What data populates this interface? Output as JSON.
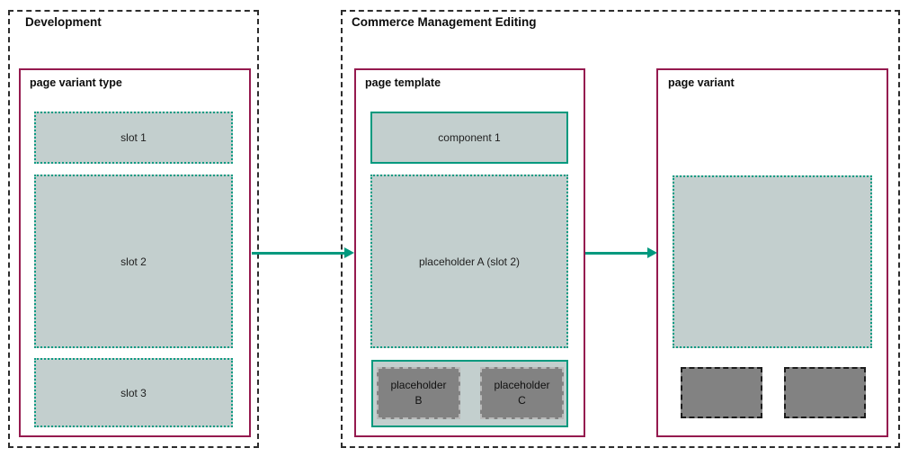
{
  "colors": {
    "teal_accent": "#00997e",
    "teal_dotted_border": "#0c9b83",
    "maroon_frame_border": "#951a4f",
    "cell_fill": "#c3cfce",
    "dark_placeholder_fill": "#828282",
    "outer_dash_border": "#2d2d2d"
  },
  "development": {
    "title": "Development",
    "page_variant_type": {
      "title": "page variant type",
      "slots": [
        {
          "label": "slot 1"
        },
        {
          "label": "slot 2"
        },
        {
          "label": "slot 3"
        }
      ]
    }
  },
  "commerce": {
    "title": "Commerce Management Editing",
    "page_template": {
      "title": "page template",
      "component_label": "component 1",
      "placeholder_a_label": "placeholder A (slot 2)",
      "placeholder_b_label": "placeholder\nB",
      "placeholder_c_label": "placeholder\nC"
    },
    "page_variant": {
      "title": "page variant"
    }
  }
}
